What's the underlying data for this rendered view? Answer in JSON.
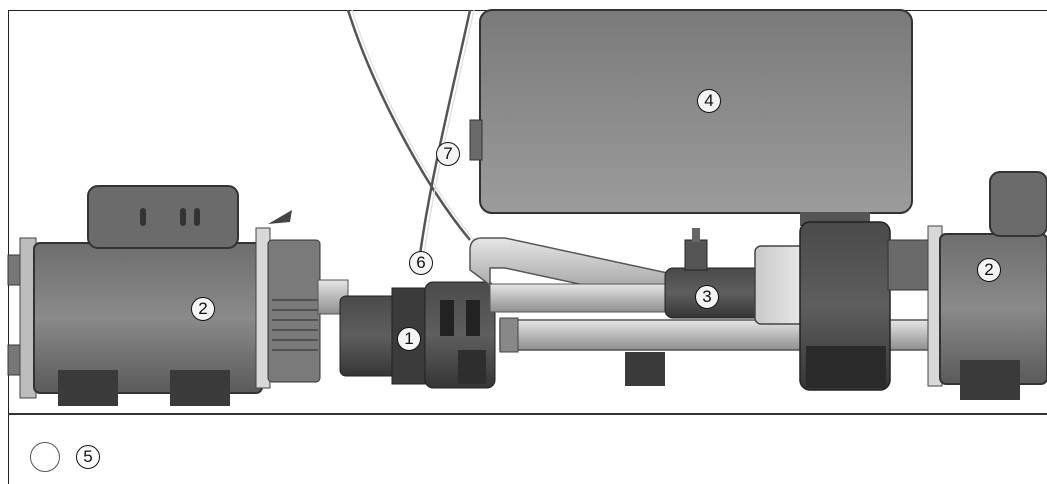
{
  "callouts": {
    "c1": "1",
    "c2_left": "2",
    "c2_right": "2",
    "c3": "3",
    "c4": "4",
    "c5": "5",
    "c6": "6",
    "c7": "7"
  }
}
